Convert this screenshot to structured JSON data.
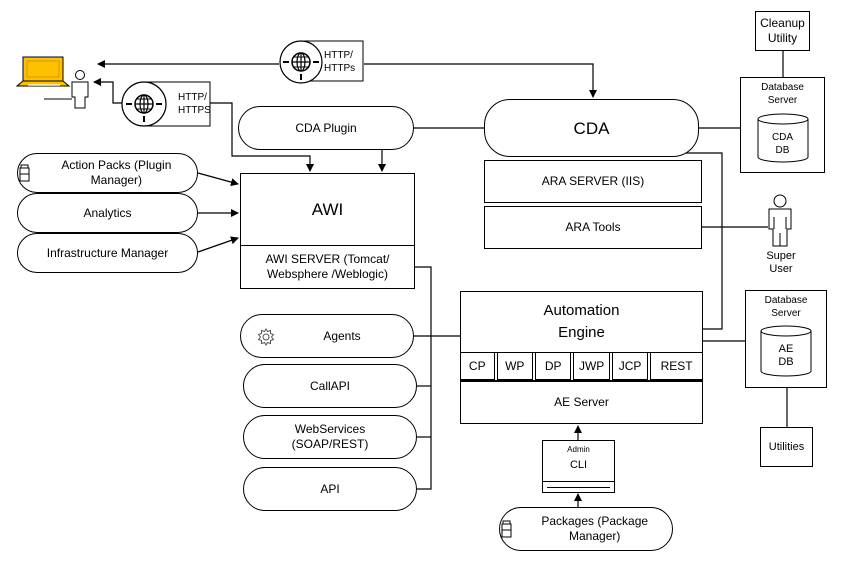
{
  "diagram": {
    "protocols": {
      "top": "HTTP/\nHTTPs",
      "left": "HTTP/\nHTTPS"
    },
    "actors": {
      "user": "",
      "super_user": "Super\nUser"
    },
    "left_modules": {
      "action_packs": "Action Packs (Plugin Manager)",
      "analytics": "Analytics",
      "infrastructure_manager": "Infrastructure Manager"
    },
    "cda_plugin": "CDA Plugin",
    "awi": {
      "title": "AWI",
      "server": "AWI SERVER (Tomcat/\nWebsphere /Weblogic)"
    },
    "cda": {
      "title": "CDA",
      "ara_server": "ARA SERVER (IIS)",
      "ara_tools": "ARA Tools"
    },
    "cleanup_utility": "Cleanup\nUtility",
    "cda_db_server": {
      "title": "Database\nServer",
      "db": "CDA\nDB"
    },
    "ae_db_server": {
      "title": "Database\nServer",
      "db": "AE\nDB"
    },
    "utilities": "Utilities",
    "clients": {
      "agents": "Agents",
      "callapi": "CallAPI",
      "webservices": "WebServices\n(SOAP/REST)",
      "api": "API"
    },
    "automation_engine": {
      "title": "Automation\nEngine",
      "processes": [
        "CP",
        "WP",
        "DP",
        "JWP",
        "JCP",
        "REST"
      ],
      "server": "AE Server"
    },
    "admin_cli": {
      "caption": "Admin",
      "title": "CLI"
    },
    "packages": "Packages (Package Manager)",
    "colors": {
      "laptop": "#FFC000",
      "line": "#000000"
    }
  }
}
